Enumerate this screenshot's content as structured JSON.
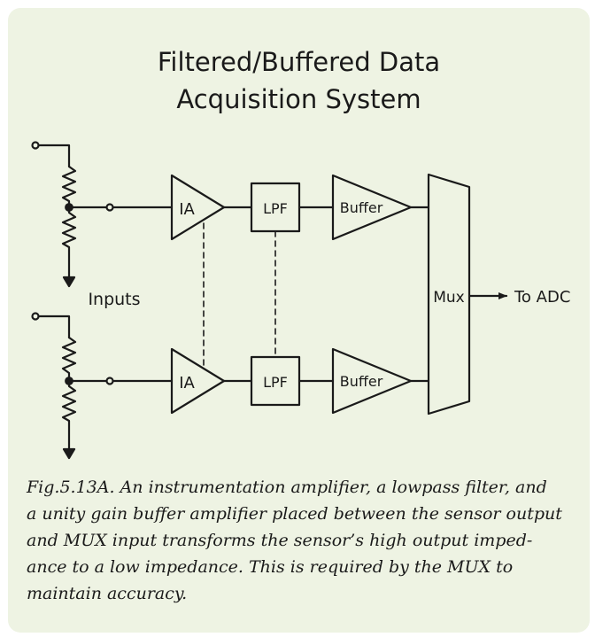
{
  "title": {
    "line1": "Filtered/Buffered Data",
    "line2": "Acquisition System"
  },
  "diagram": {
    "inputs_label": "Inputs",
    "ia_label": "IA",
    "lpf_label": "LPF",
    "buffer_label": "Buffer",
    "mux_label": "Mux",
    "output_label": "To ADC"
  },
  "caption": {
    "lines": [
      "Fig.5.13A. An instrumentation amplifier, a lowpass filter, and",
      "a unity gain buffer amplifier placed between the sensor output",
      "and MUX input transforms the sensor’s high output imped-",
      "ance to a low impedance. This is required by the MUX to",
      "maintain accuracy."
    ]
  },
  "colors": {
    "background": "#eef3e3",
    "line": "#1a1a1a"
  }
}
